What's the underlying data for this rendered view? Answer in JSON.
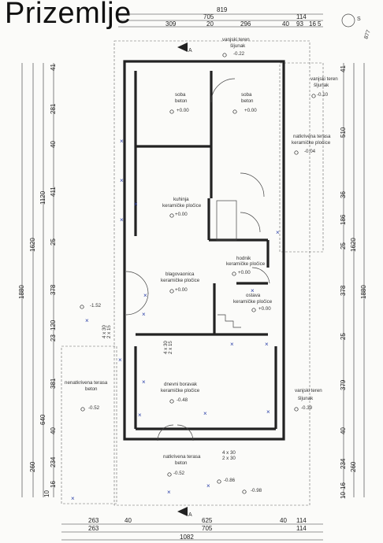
{
  "title": "Prizemlje",
  "north": "S",
  "handwritten": "877",
  "section_marker": "A",
  "top_dims": {
    "overall": "819",
    "mid": "705",
    "right_mid": "114",
    "segments": [
      "309",
      "20",
      "296",
      "40",
      "93",
      "16",
      "5"
    ]
  },
  "bottom_dims": {
    "row1": [
      "263",
      "40",
      "625",
      "40",
      "114"
    ],
    "row2": [
      "263",
      "705",
      "114"
    ],
    "total": "1082"
  },
  "left_dims": {
    "outer": [
      "1880"
    ],
    "mid": [
      "1620",
      "260"
    ],
    "inner_top": [
      "1120",
      "640"
    ],
    "detail": [
      "41",
      "281",
      "40",
      "411",
      "25",
      "378",
      "120",
      "23",
      "381",
      "40",
      "234",
      "16",
      "10"
    ]
  },
  "right_dims": {
    "outer": [
      "1880"
    ],
    "mid": [
      "1620",
      "260"
    ],
    "detail": [
      "41",
      "510",
      "36",
      "186",
      "25",
      "378",
      "25",
      "379",
      "40",
      "234",
      "16",
      "10"
    ]
  },
  "rooms": [
    {
      "id": "soba1",
      "name": "soba",
      "floor": "beton",
      "level": "+0.00"
    },
    {
      "id": "soba2",
      "name": "soba",
      "floor": "beton",
      "level": "+0.00"
    },
    {
      "id": "kuhinja",
      "name": "kuhinja",
      "floor": "keramičke pločice",
      "level": "+0.00"
    },
    {
      "id": "hodnik",
      "name": "hodnik",
      "floor": "keramičke pločice",
      "level": "+0.00"
    },
    {
      "id": "blagovaonica",
      "name": "blagovaonica",
      "floor": "keramičke pločice",
      "level": "+0.00"
    },
    {
      "id": "ostava",
      "name": "ostava",
      "floor": "keramičke pločice",
      "level": "+0.00"
    },
    {
      "id": "dnevni",
      "name": "dnevni boravak",
      "floor": "keramičke pločice",
      "level": "-0.48"
    },
    {
      "id": "terasa_open",
      "name": "nenatkrivena terasa",
      "floor": "beton",
      "level": "-0.52"
    },
    {
      "id": "terasa_cov1",
      "name": "natkrivena terasa",
      "floor": "beton",
      "level": "-0.52"
    },
    {
      "id": "terasa_cov2",
      "name": "natkrivena terasa",
      "floor": "keramičke pločice",
      "level": "-0.04"
    }
  ],
  "exterior": [
    {
      "id": "ext_top",
      "name": "vanjski teren",
      "floor": "šljunak",
      "level": "-0.22"
    },
    {
      "id": "ext_right1",
      "name": "vanjski teren",
      "floor": "šljunak",
      "level": "-0.10"
    },
    {
      "id": "ext_right2",
      "name": "vanjski teren",
      "floor": "šljunak",
      "level": "-0.39"
    }
  ],
  "levels_misc": [
    "-1.52",
    "-0.86",
    "-0.98"
  ],
  "openings": [
    "4 x 30",
    "2 x 15",
    "4 x 30",
    "2 x 15",
    "4 x 30",
    "2 x 30"
  ]
}
